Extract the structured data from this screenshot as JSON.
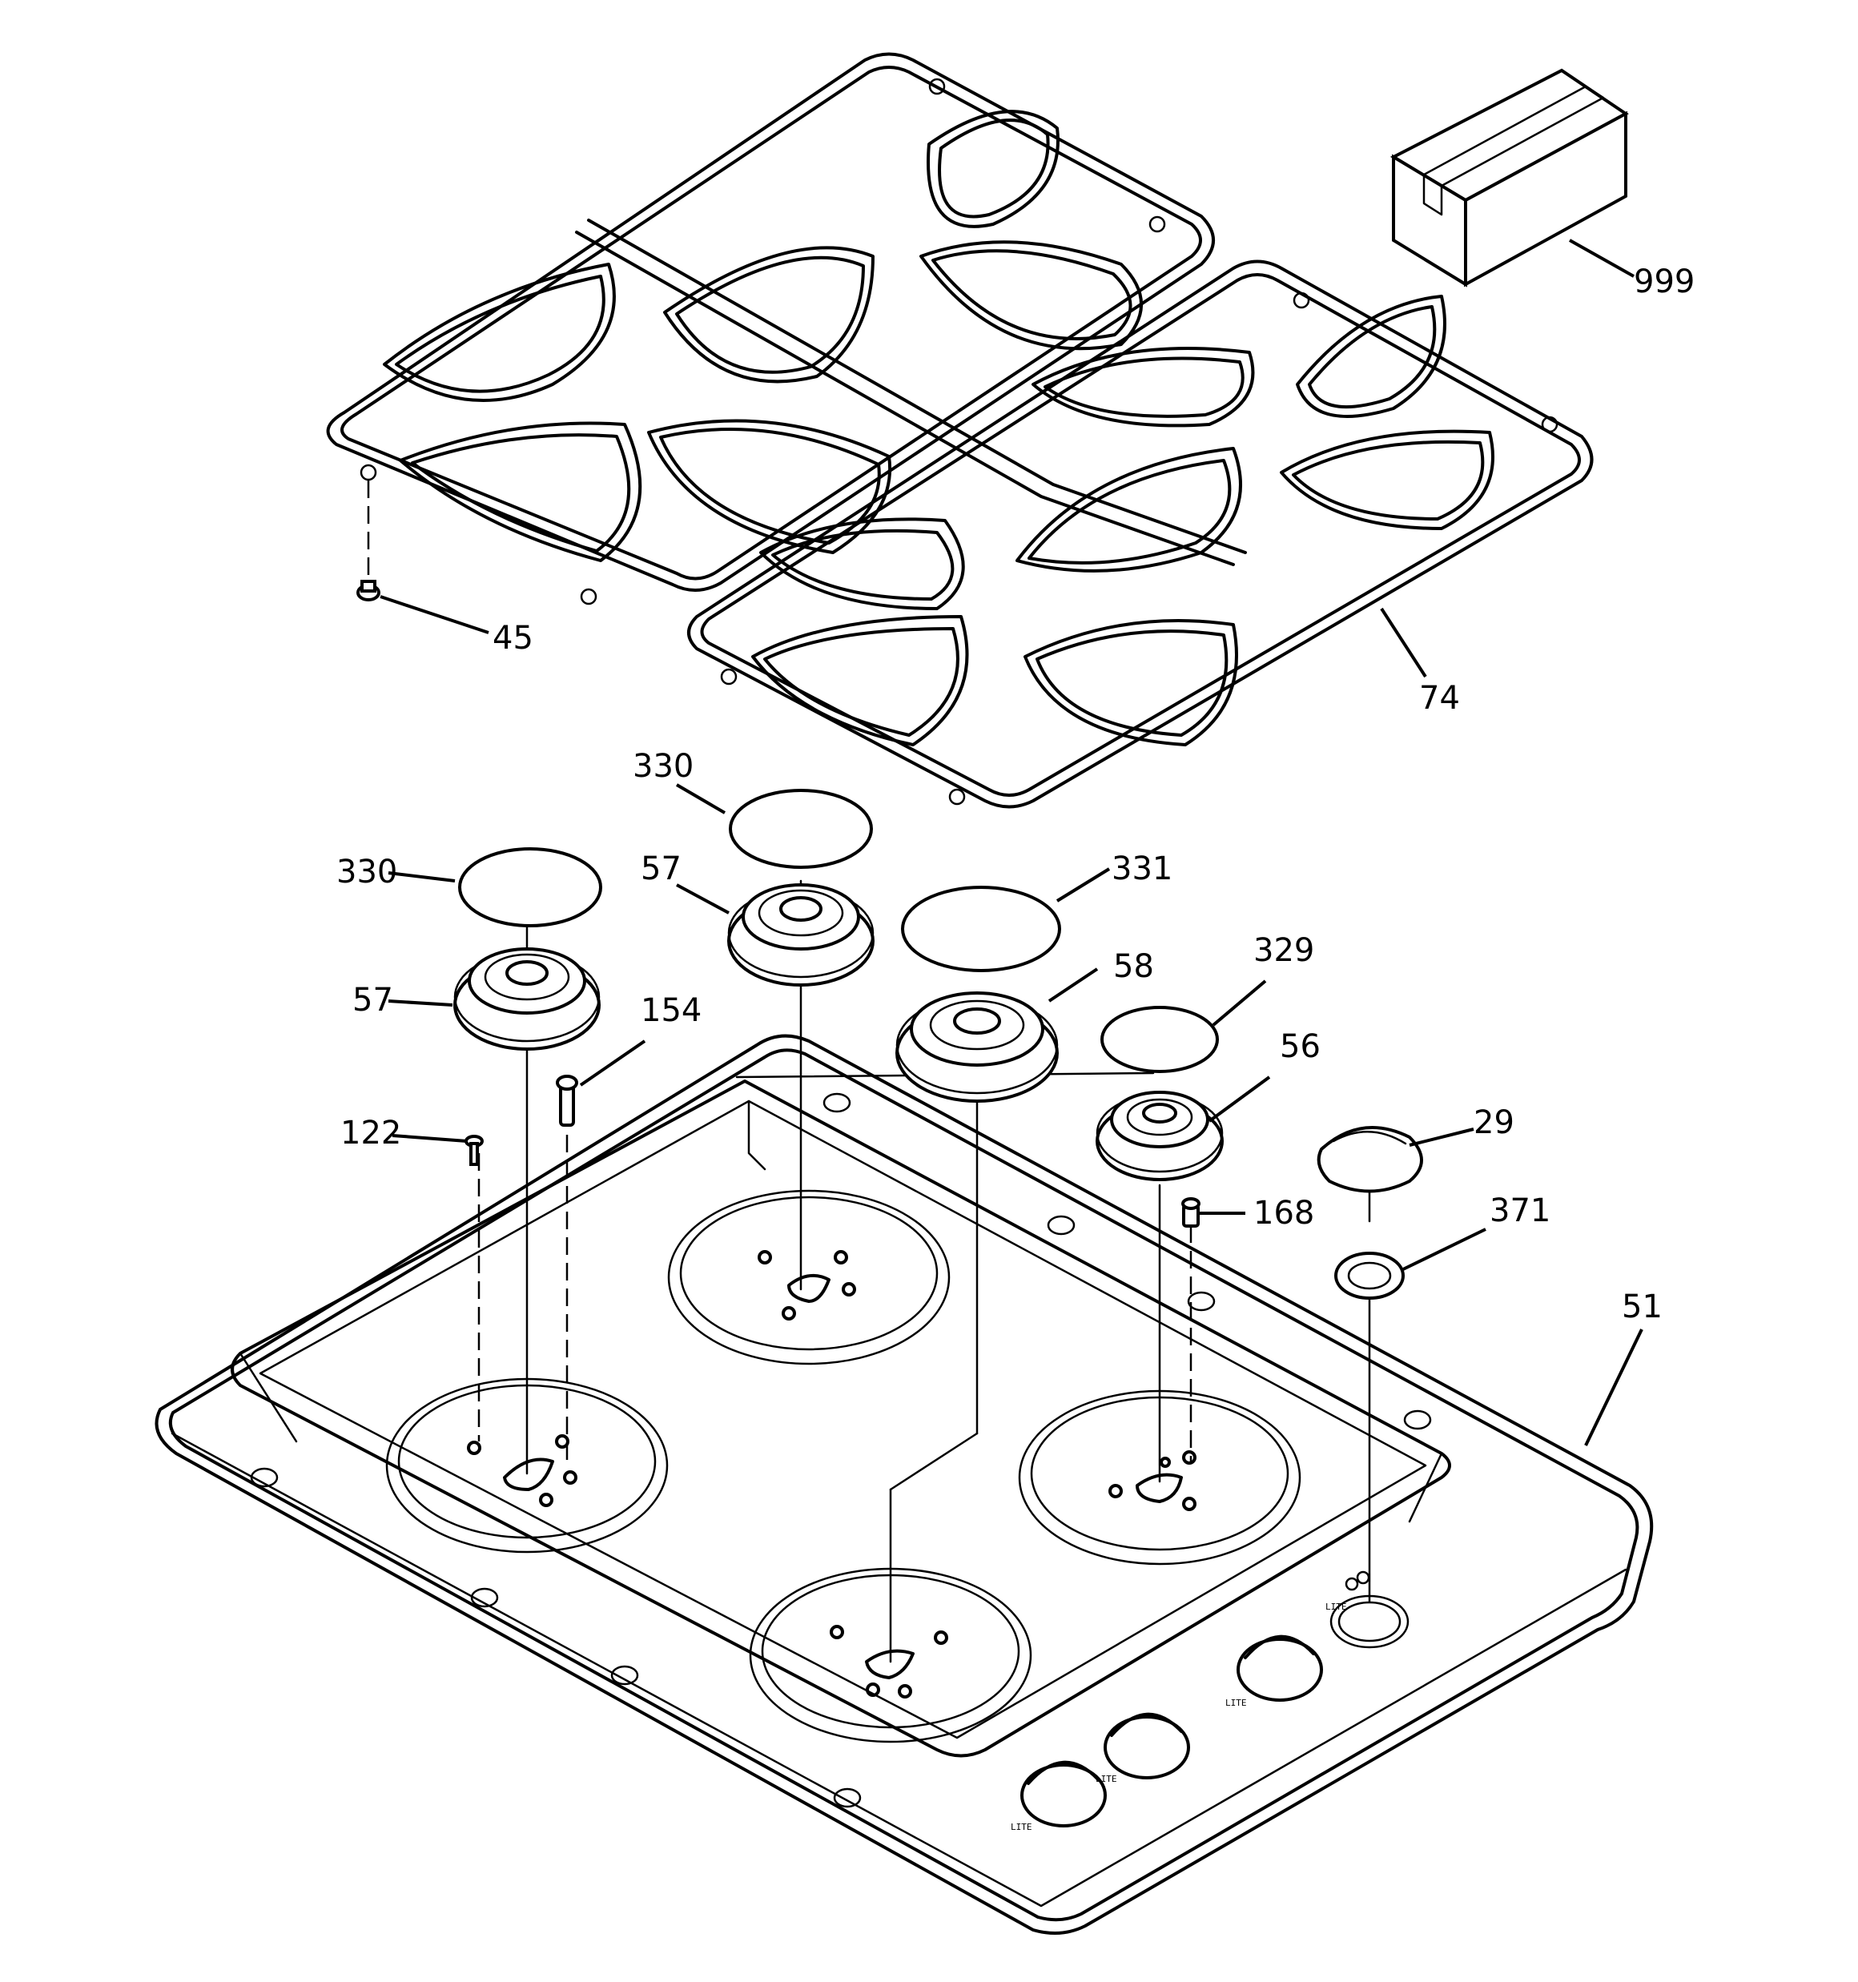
{
  "diagram": {
    "callouts": [
      {
        "id": "c999",
        "label": "999"
      },
      {
        "id": "c45",
        "label": "45"
      },
      {
        "id": "c74",
        "label": "74"
      },
      {
        "id": "c330a",
        "label": "330"
      },
      {
        "id": "c330b",
        "label": "330"
      },
      {
        "id": "c57a",
        "label": "57"
      },
      {
        "id": "c57b",
        "label": "57"
      },
      {
        "id": "c331",
        "label": "331"
      },
      {
        "id": "c58",
        "label": "58"
      },
      {
        "id": "c329",
        "label": "329"
      },
      {
        "id": "c154",
        "label": "154"
      },
      {
        "id": "c56",
        "label": "56"
      },
      {
        "id": "c122",
        "label": "122"
      },
      {
        "id": "c29",
        "label": "29"
      },
      {
        "id": "c168",
        "label": "168"
      },
      {
        "id": "c371",
        "label": "371"
      },
      {
        "id": "c51",
        "label": "51"
      }
    ]
  },
  "colors": {
    "stroke": "#000000",
    "background": "#ffffff"
  },
  "icons": [
    "box-icon",
    "grate-icon",
    "burner-cap-icon",
    "burner-head-icon",
    "knob-icon",
    "screw-icon"
  ]
}
